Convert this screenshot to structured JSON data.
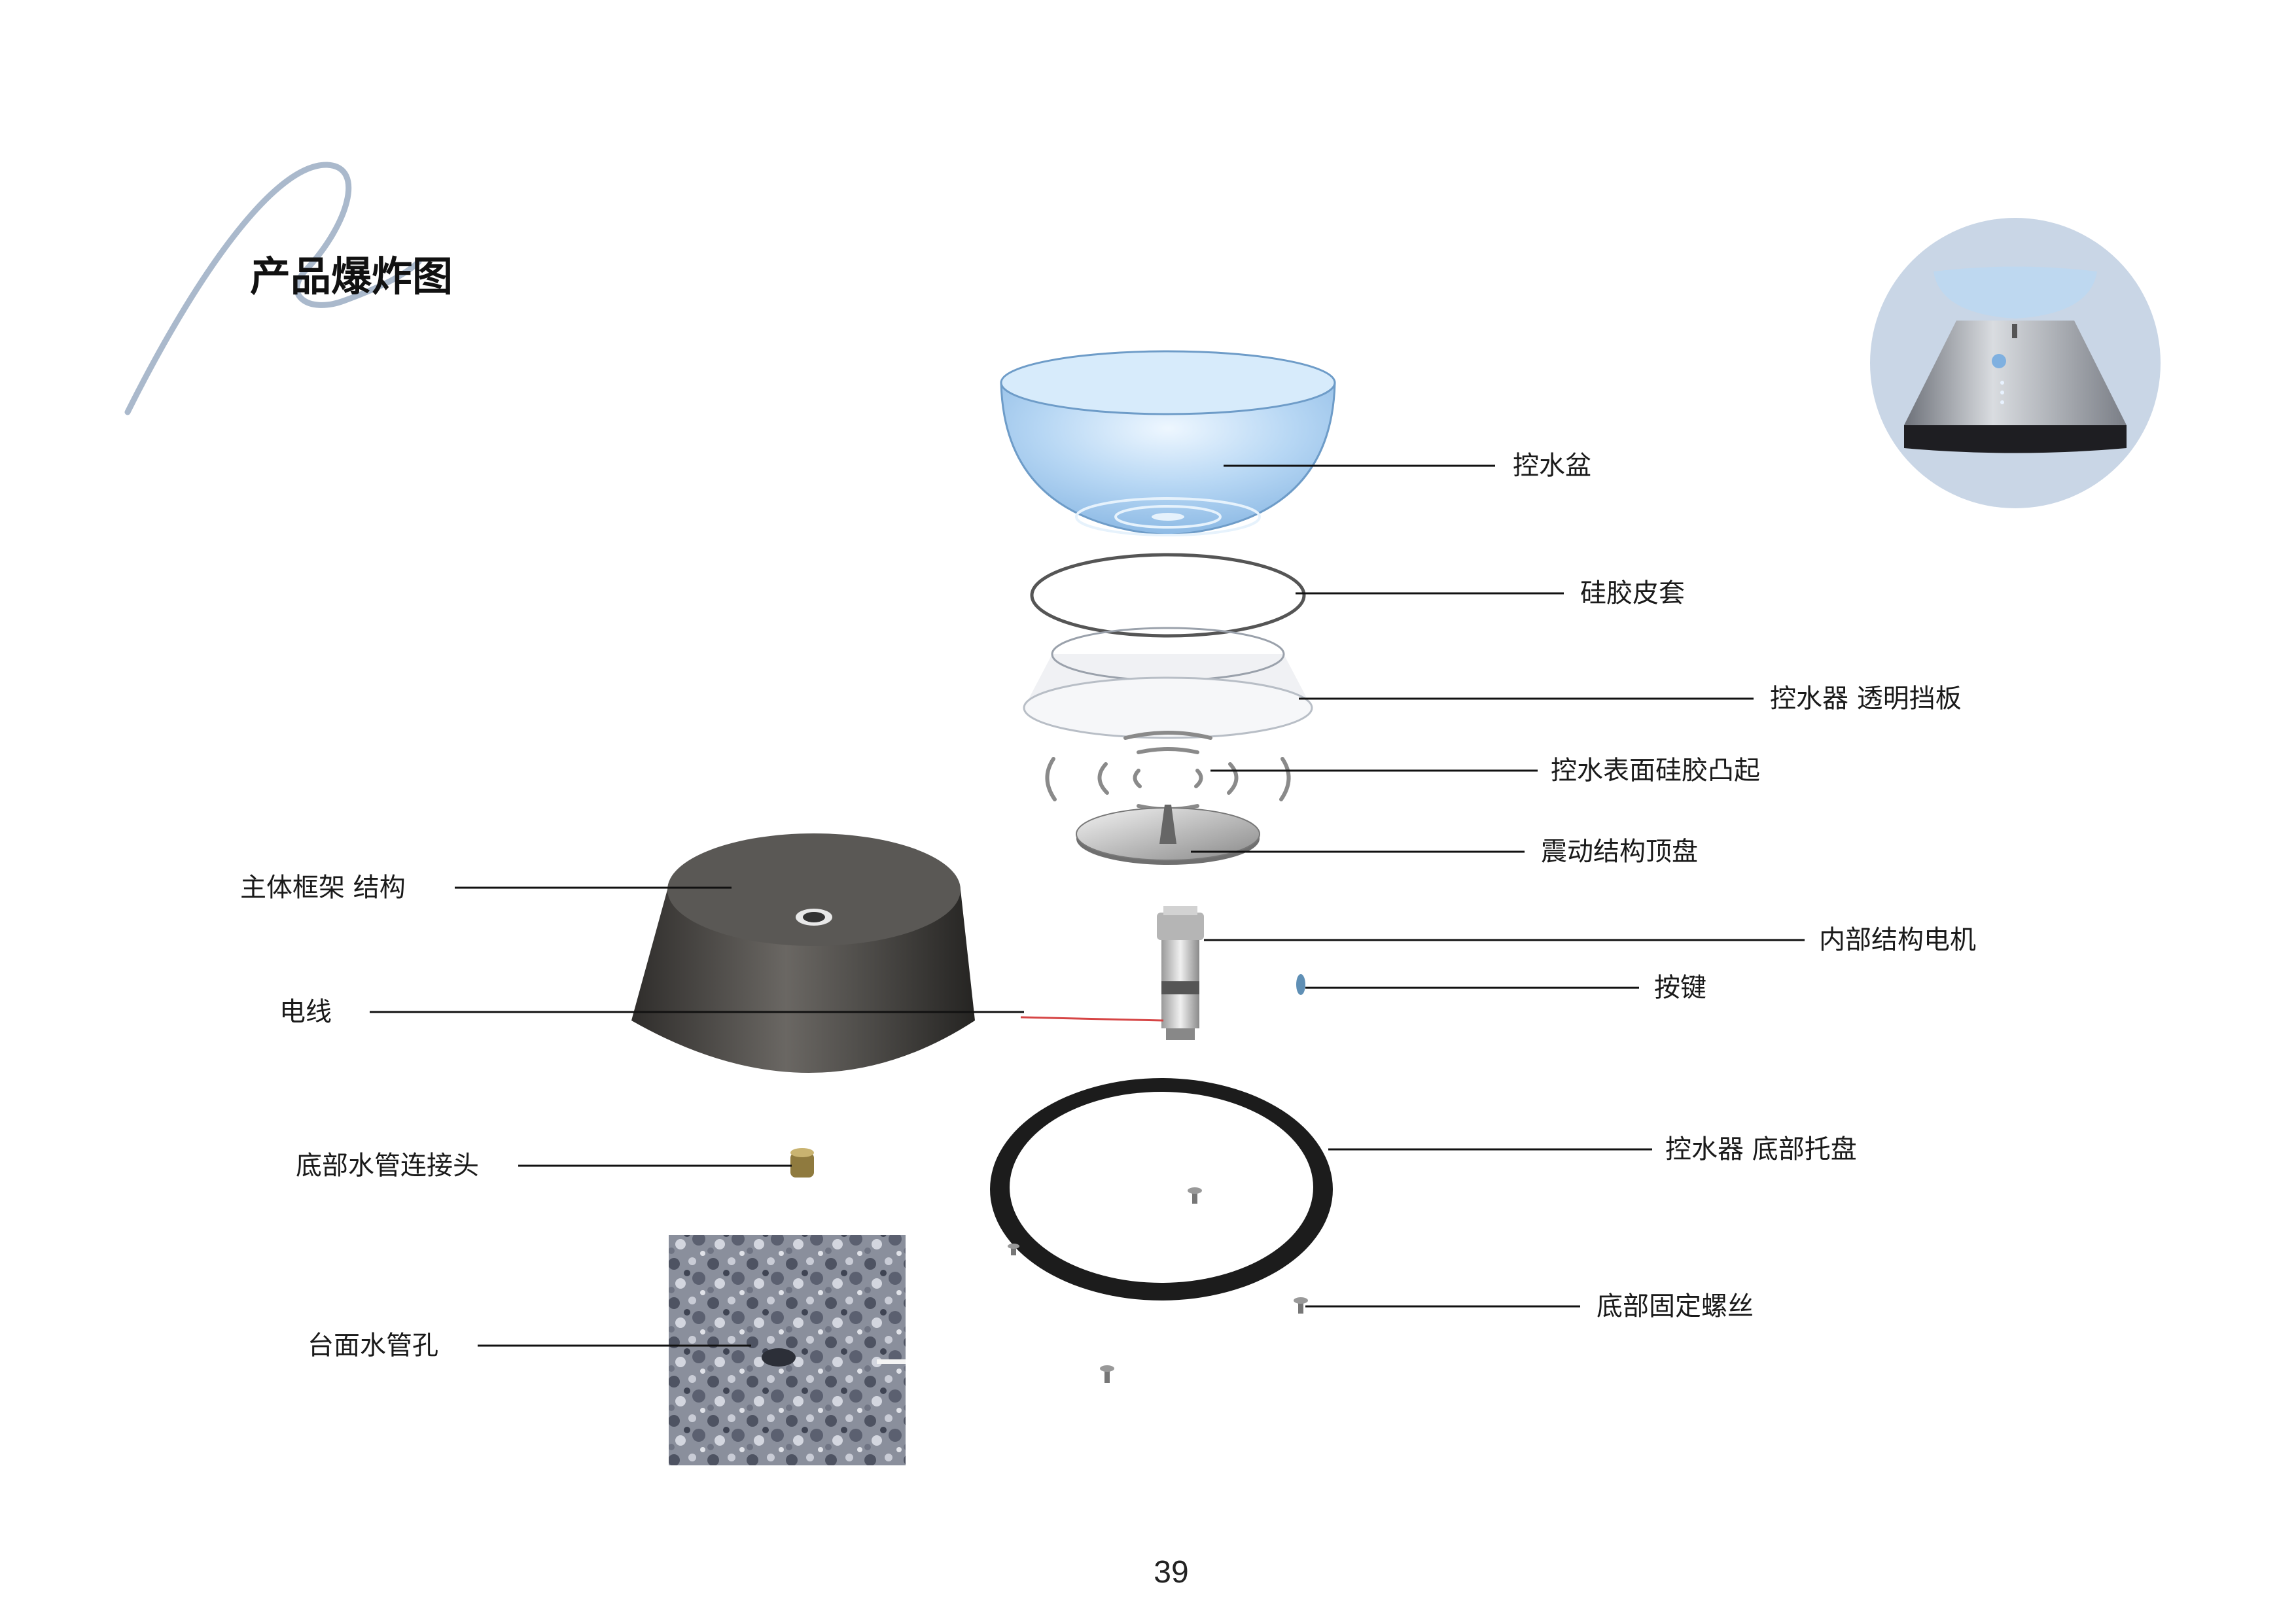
{
  "title": "产品爆炸图",
  "page_number": "39",
  "parts": {
    "water_basin": "控水盆",
    "silicone_cover": "硅胶皮套",
    "transparent_baffle": "控水器 透明挡板",
    "silicone_bumps": "控水表面硅胶凸起",
    "vibration_top_plate": "震动结构顶盘",
    "internal_motor": "内部结构电机",
    "button": "按键",
    "bottom_tray": "控水器 底部托盘",
    "bottom_screw": "底部固定螺丝",
    "main_frame": "主体框架 结构",
    "wire": "电线",
    "pipe_connector": "底部水管连接头",
    "counter_pipe_hole": "台面水管孔"
  },
  "colors": {
    "leader_line": "#111111",
    "basin_blue": "#a9cdef",
    "frame_dark": "#4a4845",
    "tray_black": "#1c1c1c",
    "thumbnail_bg": "#c9d6e6",
    "swirl": "#aab9cc",
    "wire_red": "#d64545"
  }
}
